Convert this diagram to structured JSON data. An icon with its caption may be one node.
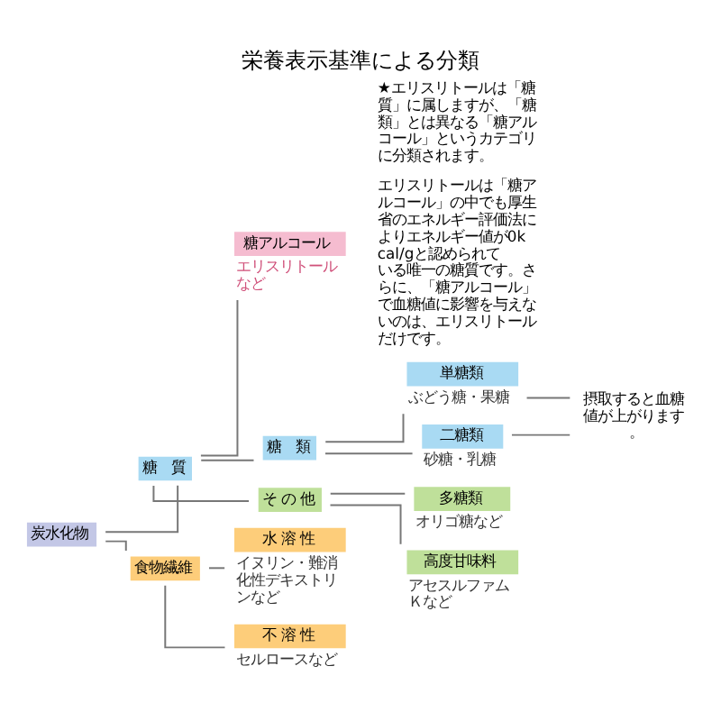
{
  "diagram": {
    "title": "栄養表示基準による分類",
    "nodes": [
      {
        "text": [
          "炭水化物"
        ]
      },
      {
        "text": [
          "糖　質"
        ]
      },
      {
        "text": [
          "糖アルコール"
        ],
        "beside": [
          "エリスリトールなど"
        ]
      },
      {
        "text": [
          "糖　類"
        ]
      },
      {
        "text": [
          "単糖類"
        ],
        "beside": [
          "ぶどう糖・果糖"
        ]
      },
      {
        "text": [
          "二糖類"
        ],
        "beside": [
          "砂糖・乳糖"
        ]
      },
      {
        "text": [
          "摂取すると血糖値が上がります。"
        ]
      },
      {
        "text": [
          "そ の 他"
        ]
      },
      {
        "text": [
          "多糖類"
        ],
        "beside": [
          "オリゴ糖など"
        ]
      },
      {
        "text": [
          "高度甘味料"
        ],
        "beside": [
          "アセスルファムＫなど"
        ]
      },
      {
        "text": [
          "食物繊維"
        ]
      },
      {
        "text": [
          "水 溶 性"
        ],
        "beside": [
          "イヌリン・難消化性デキストリンなど"
        ]
      },
      {
        "text": [
          "不 溶 性"
        ],
        "beside": [
          "セルロースなど"
        ]
      }
    ],
    "edges": [
      {
        "from": 0,
        "to": 1,
        "arrow": "none"
      },
      {
        "from": 0,
        "to": 10,
        "arrow": "none"
      },
      {
        "from": 1,
        "to": 2,
        "arrow": "none"
      },
      {
        "from": 1,
        "to": 3,
        "arrow": "none"
      },
      {
        "from": 1,
        "to": 7,
        "arrow": "none"
      },
      {
        "from": 3,
        "to": 4,
        "arrow": "none"
      },
      {
        "from": 3,
        "to": 5,
        "arrow": "none"
      },
      {
        "from": 4,
        "to": 6,
        "arrow": "none"
      },
      {
        "from": 5,
        "to": 6,
        "arrow": "none"
      },
      {
        "from": 7,
        "to": 8,
        "arrow": "none"
      },
      {
        "from": 7,
        "to": 9,
        "arrow": "none"
      },
      {
        "from": 10,
        "to": 11,
        "arrow": "none"
      },
      {
        "from": 10,
        "to": 12,
        "arrow": "none"
      }
    ],
    "labels": [
      "★エリスリトールは「糖質」に属しますが、「糖類」とは異なる「糖アルコール」というカテゴリに分類されます。",
      "エリスリトールは「糖アルコール」の中でも厚生省のエネルギー評価法によりエネルギー値が0kcal/gと認められている唯一の糖質です。さらに、「糖アルコール」で血糖値に影響を与えないのは、エリスリトールだけです。"
    ]
  }
}
